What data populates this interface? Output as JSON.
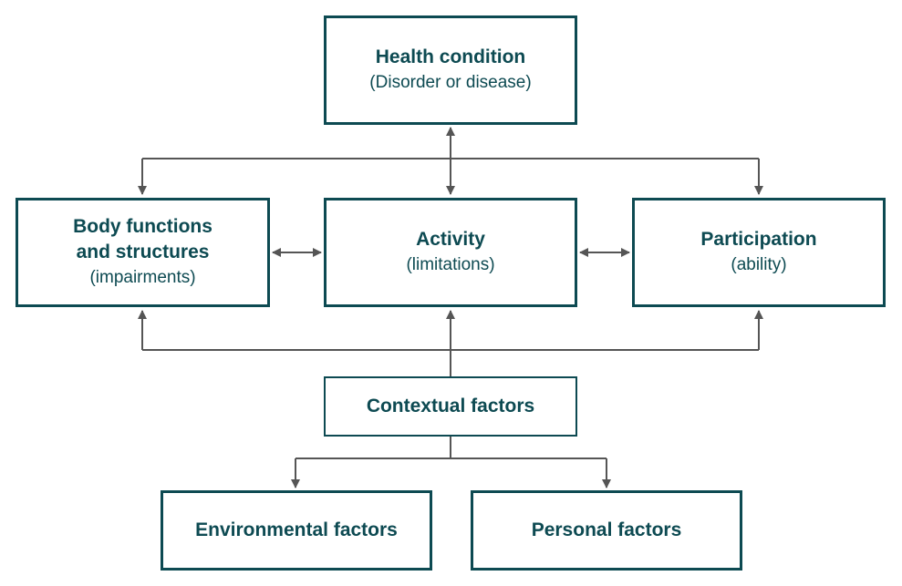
{
  "colors": {
    "box_border": "#0d4a52",
    "text": "#0d4a52",
    "connector": "#555555",
    "background": "#ffffff"
  },
  "nodes": {
    "health_condition": {
      "title": "Health condition",
      "subtitle": "(Disorder or disease)"
    },
    "body_functions": {
      "title_line1": "Body functions",
      "title_line2": "and structures",
      "subtitle": "(impairments)"
    },
    "activity": {
      "title": "Activity",
      "subtitle": "(limitations)"
    },
    "participation": {
      "title": "Participation",
      "subtitle": "(ability)"
    },
    "contextual_factors": {
      "title": "Contextual factors"
    },
    "environmental_factors": {
      "title": "Environmental factors"
    },
    "personal_factors": {
      "title": "Personal factors"
    }
  }
}
